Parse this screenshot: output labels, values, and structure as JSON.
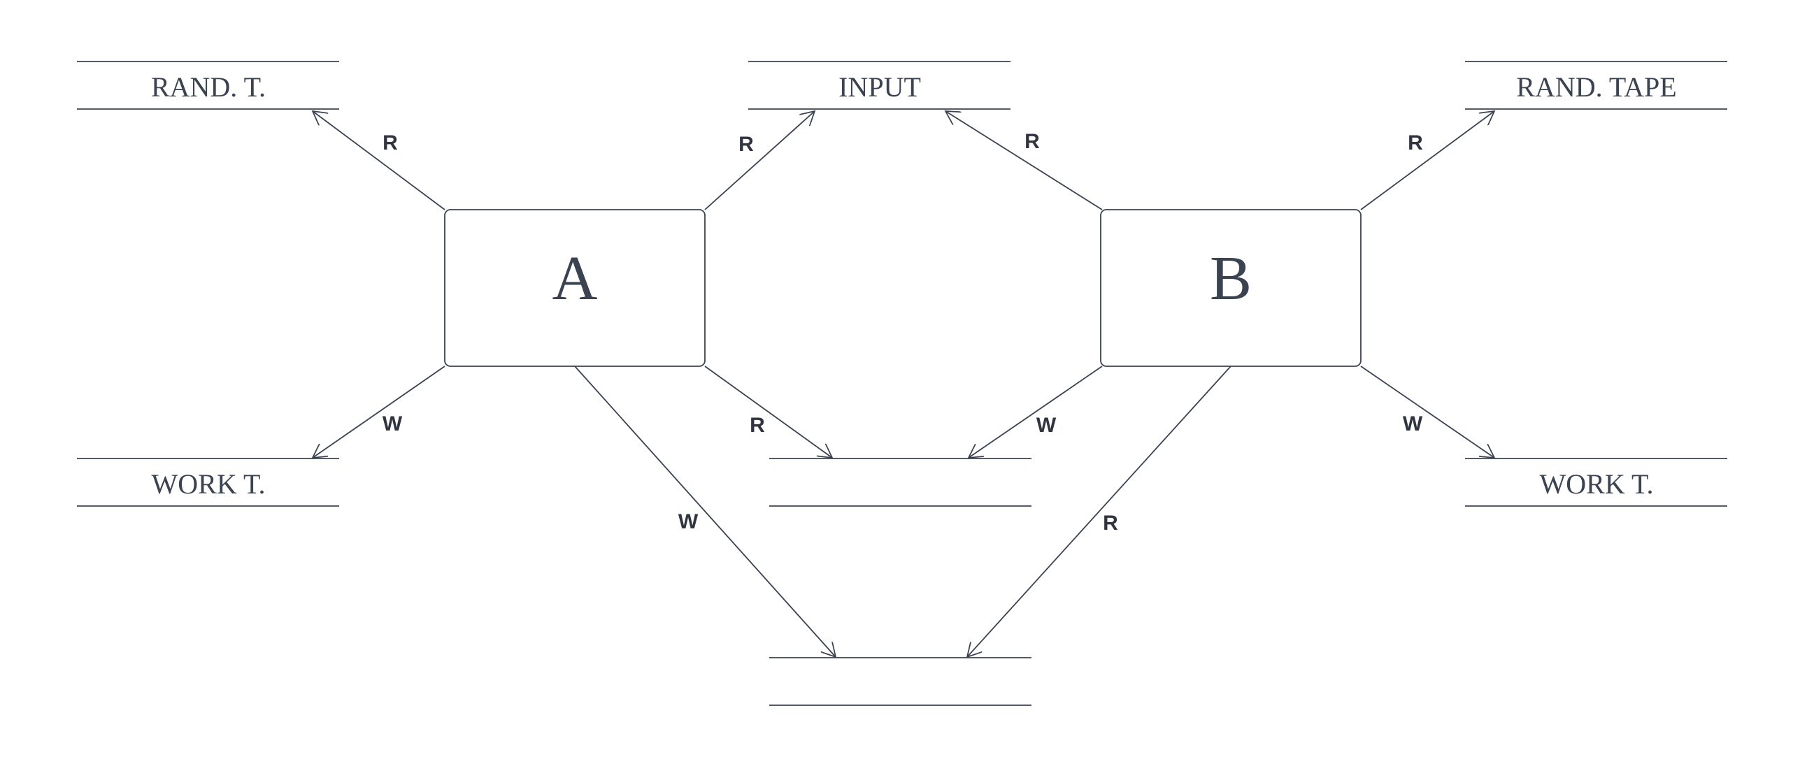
{
  "diagram": {
    "machines": {
      "a": {
        "label": "A"
      },
      "b": {
        "label": "B"
      }
    },
    "tapes": {
      "a_rand": {
        "label": "RAND. T."
      },
      "input": {
        "label": "INPUT"
      },
      "b_rand": {
        "label": "RAND. TAPE"
      },
      "a_work": {
        "label": "WORK T."
      },
      "mid_shared": {
        "label": ""
      },
      "bottom_shared": {
        "label": ""
      },
      "b_work": {
        "label": "WORK T."
      }
    },
    "edges": [
      {
        "from": "A",
        "to": "RAND. T.",
        "label": "R"
      },
      {
        "from": "A",
        "to": "INPUT",
        "label": "R"
      },
      {
        "from": "A",
        "to": "WORK T.",
        "label": "W"
      },
      {
        "from": "A",
        "to": "middle tape",
        "label": "R"
      },
      {
        "from": "A",
        "to": "bottom tape",
        "label": "W"
      },
      {
        "from": "B",
        "to": "INPUT",
        "label": "R"
      },
      {
        "from": "B",
        "to": "RAND. TAPE",
        "label": "R"
      },
      {
        "from": "B",
        "to": "middle tape",
        "label": "W"
      },
      {
        "from": "B",
        "to": "WORK T.",
        "label": "W"
      },
      {
        "from": "B",
        "to": "bottom tape",
        "label": "R"
      }
    ]
  }
}
